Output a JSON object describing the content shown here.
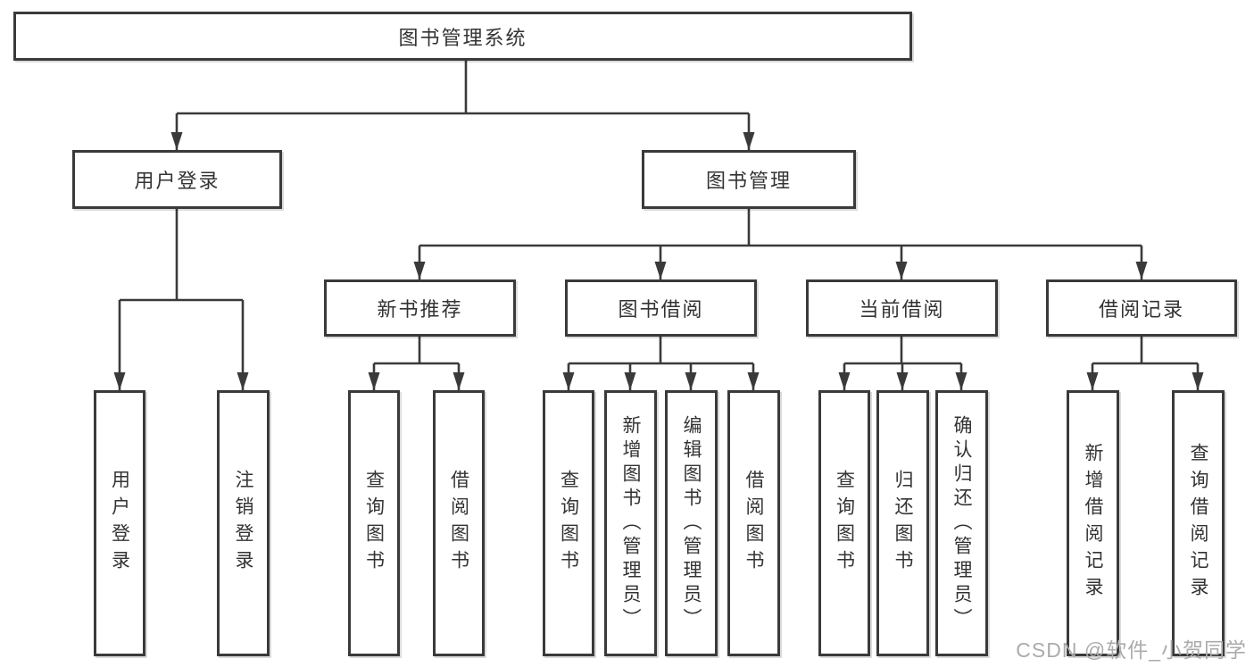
{
  "root": {
    "label": "图书管理系统"
  },
  "level2": [
    {
      "label": "用户登录"
    },
    {
      "label": "图书管理"
    }
  ],
  "level3": [
    {
      "label": "新书推荐"
    },
    {
      "label": "图书借阅"
    },
    {
      "label": "当前借阅"
    },
    {
      "label": "借阅记录"
    }
  ],
  "leaves": [
    {
      "group": "用户登录",
      "label": "用户登录"
    },
    {
      "group": "用户登录",
      "label": "注销登录"
    },
    {
      "group": "新书推荐",
      "label": "查询图书"
    },
    {
      "group": "新书推荐",
      "label": "借阅图书"
    },
    {
      "group": "图书借阅",
      "label": "查询图书"
    },
    {
      "group": "图书借阅",
      "label": "新增图书（管理员）"
    },
    {
      "group": "图书借阅",
      "label": "编辑图书（管理员）"
    },
    {
      "group": "图书借阅",
      "label": "借阅图书"
    },
    {
      "group": "当前借阅",
      "label": "查询图书"
    },
    {
      "group": "当前借阅",
      "label": "归还图书"
    },
    {
      "group": "当前借阅",
      "label": "确认归还（管理员）"
    },
    {
      "group": "借阅记录",
      "label": "新增借阅记录"
    },
    {
      "group": "借阅记录",
      "label": "查询借阅记录"
    }
  ],
  "watermark": "CSDN @软件_小贺同学",
  "colors": {
    "line": "#3a3a3a",
    "text": "#333333",
    "watermark": "#ababab"
  }
}
